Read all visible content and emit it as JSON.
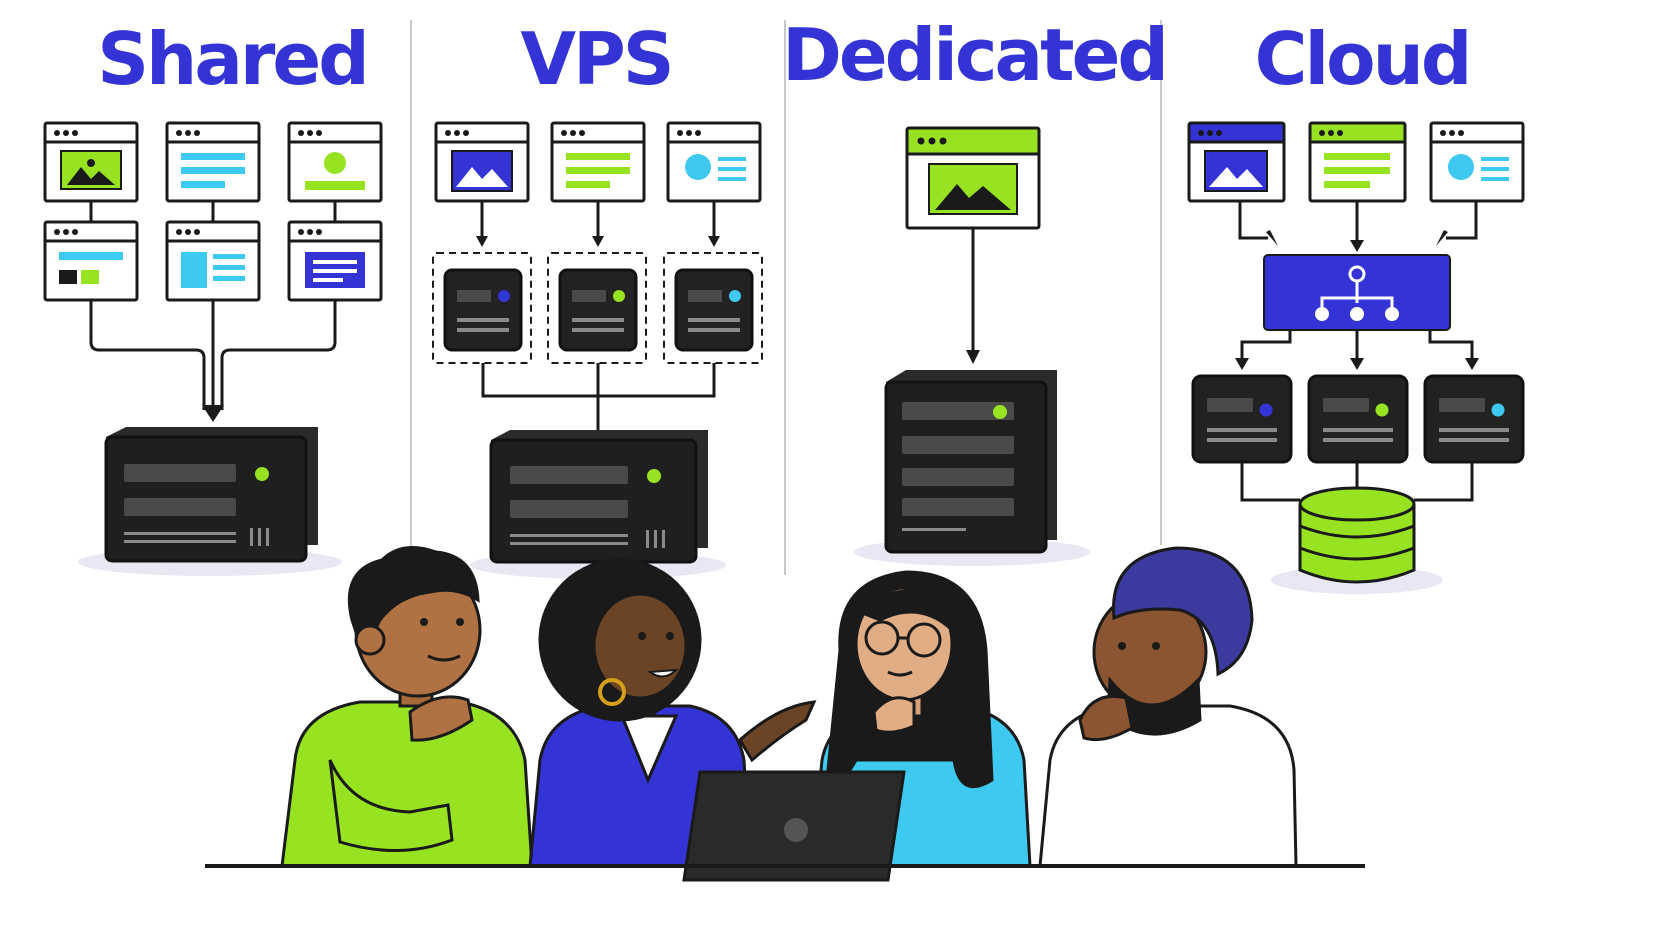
{
  "colors": {
    "accent_blue": "#3434d6",
    "accent_green": "#97e322",
    "accent_cyan": "#3ec9f0",
    "server_dark": "#1f1f1f",
    "line": "#1a1a1a",
    "divider": "#c8c8c8"
  },
  "columns": [
    {
      "title": "Shared"
    },
    {
      "title": "VPS"
    },
    {
      "title": "Dedicated"
    },
    {
      "title": "Cloud"
    }
  ],
  "icons": {
    "website": "browser-window-icon",
    "server": "server-icon",
    "load_balancer": "network-hierarchy-icon",
    "database": "database-icon",
    "laptop": "laptop-icon"
  }
}
